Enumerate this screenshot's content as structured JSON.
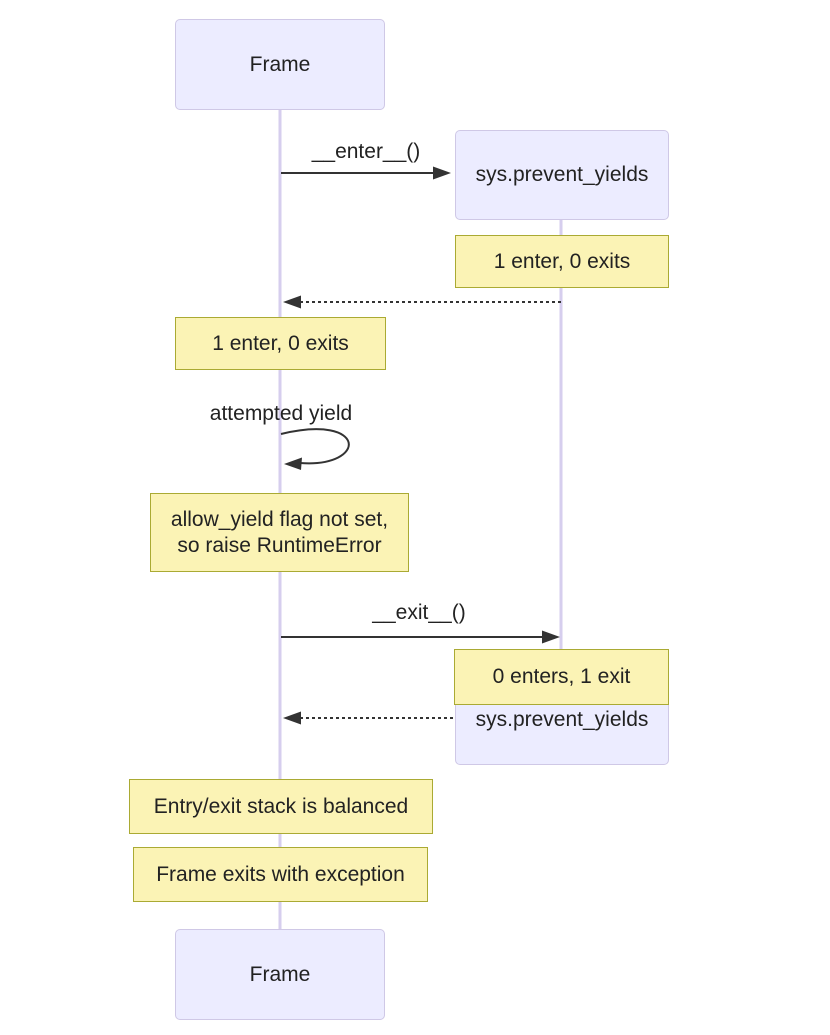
{
  "diagram": {
    "type": "sequence-diagram",
    "actors": {
      "frame": {
        "label": "Frame"
      },
      "sys": {
        "label": "sys.prevent_yields"
      }
    },
    "messages": {
      "enter": {
        "label": "__enter__()",
        "style": "solid-arrow"
      },
      "enter_return": {
        "label": "",
        "style": "dashed-arrow"
      },
      "self_yield": {
        "label": "attempted yield",
        "style": "self-loop"
      },
      "exit": {
        "label": "__exit__()",
        "style": "solid-arrow"
      },
      "exit_return": {
        "label": "",
        "style": "dashed-arrow"
      }
    },
    "notes": {
      "sys_after_enter": "1 enter, 0 exits",
      "frame_after_enter": "1 enter, 0 exits",
      "yield_error": "allow_yield flag not set,\nso raise RuntimeError",
      "sys_after_exit": "0 enters, 1 exit",
      "stack_balanced": "Entry/exit stack is balanced",
      "frame_exception": "Frame exits with exception"
    },
    "colors": {
      "actor_fill": "#ECECFF",
      "actor_border": "#CFC8E6",
      "note_fill": "#FBF3B5",
      "note_border": "#AAAA33",
      "arrow": "#333333",
      "lifeline": "#D6CEEE",
      "text": "#222222",
      "background": "#FFFFFF"
    }
  }
}
